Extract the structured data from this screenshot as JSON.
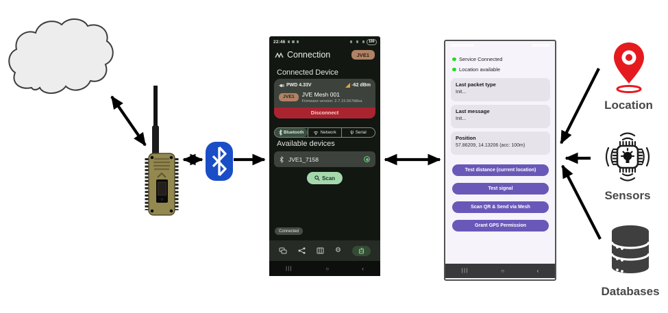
{
  "diagram": {
    "right_nodes": {
      "location_label": "Location",
      "sensors_label": "Sensors",
      "databases_label": "Databases"
    }
  },
  "phone1": {
    "statusbar": {
      "time": "22:46",
      "battery": "100"
    },
    "header": {
      "title": "Connection",
      "badge": "JVE1"
    },
    "sections": {
      "connected": "Connected Device",
      "available": "Available devices"
    },
    "device_card": {
      "power": "PWD 4.33V",
      "signal": "-62 dBm",
      "badge": "JVE1",
      "name": "JVE Mesh 001",
      "firmware": "Firmware version: 2.7.15.567b8ea",
      "disconnect": "Disconnect"
    },
    "tabs": {
      "bluetooth": "Bluetooth",
      "network": "Network",
      "serial": "Serial"
    },
    "device_list": {
      "item0": "JVE1_7158"
    },
    "scan": "Scan",
    "connected_chip": "Connected",
    "sysnav": {
      "recents": "|||",
      "home": "○",
      "back": "‹"
    }
  },
  "phone2": {
    "status": {
      "service": "Service Connected",
      "location": "Location available"
    },
    "cards": [
      {
        "title": "Last packet type",
        "value": "Init..."
      },
      {
        "title": "Last message",
        "value": "Init..."
      },
      {
        "title": "Position",
        "value": "57.86209, 14.13206 (acc: 100m)"
      }
    ],
    "buttons": [
      "Test distance (current location)",
      "Test signal",
      "Scan QR & Send via Mesh",
      "Grant GPS Permission"
    ],
    "sysnav": {
      "recents": "|||",
      "home": "○",
      "back": "‹"
    }
  },
  "colors": {
    "bluetooth_blue": "#1a4ec6",
    "disconnect_red": "#aa2430",
    "scan_green": "#a6d8ae",
    "button_purple": "#6a58b8",
    "status_green": "#1ede22",
    "badge_tan": "#b08265",
    "pin_red": "#e51a1f"
  }
}
